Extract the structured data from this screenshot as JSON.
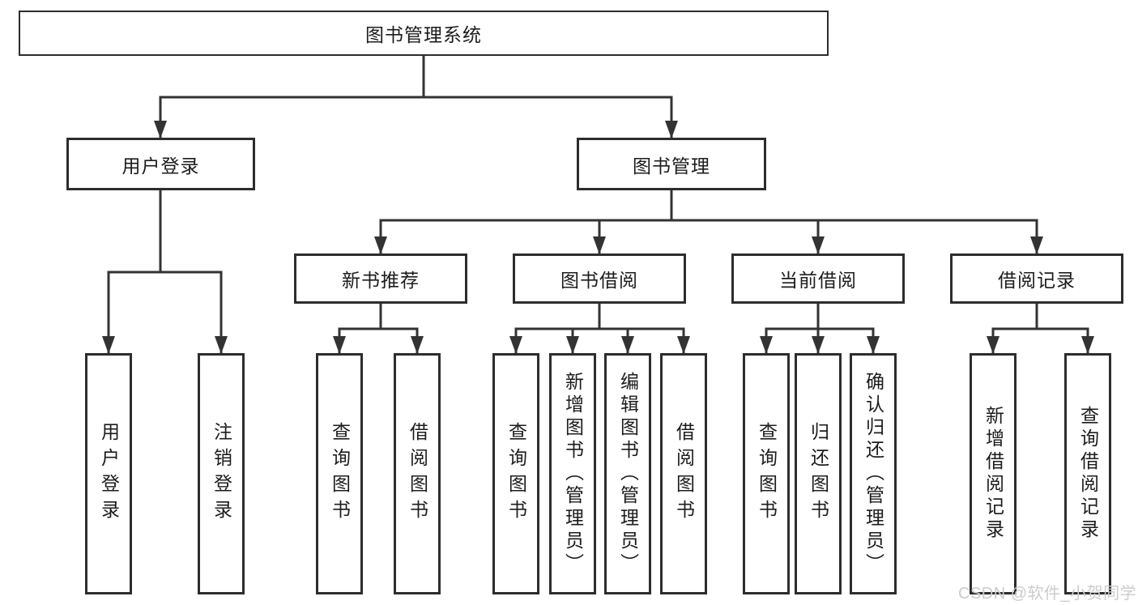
{
  "nodes": {
    "root": "图书管理系统",
    "user_login": "用户登录",
    "book_mgmt": "图书管理",
    "new_book_rec": "新书推荐",
    "book_borrow": "图书借阅",
    "current_borrow": "当前借阅",
    "borrow_records": "借阅记录",
    "leaf_user_login": "用户登录",
    "leaf_logout": "注销登录",
    "leaf_nbr_query": "查询图书",
    "leaf_nbr_borrow": "借阅图书",
    "leaf_bb_query": "查询图书",
    "leaf_bb_add": "新增图书（管理员）",
    "leaf_bb_edit": "编辑图书（管理员）",
    "leaf_bb_borrow": "借阅图书",
    "leaf_cb_query": "查询图书",
    "leaf_cb_return": "归还图书",
    "leaf_cb_confirm": "确认归还（管理员）",
    "leaf_br_add": "新增借阅记录",
    "leaf_br_query": "查询借阅记录"
  },
  "watermark": {
    "text": "CSDN @软件_小贺同学",
    "color": "#cccccc"
  },
  "colors": {
    "line": "#333333",
    "box_border": "#2d2d2d",
    "text": "#1c1c1c",
    "background": "#ffffff"
  }
}
